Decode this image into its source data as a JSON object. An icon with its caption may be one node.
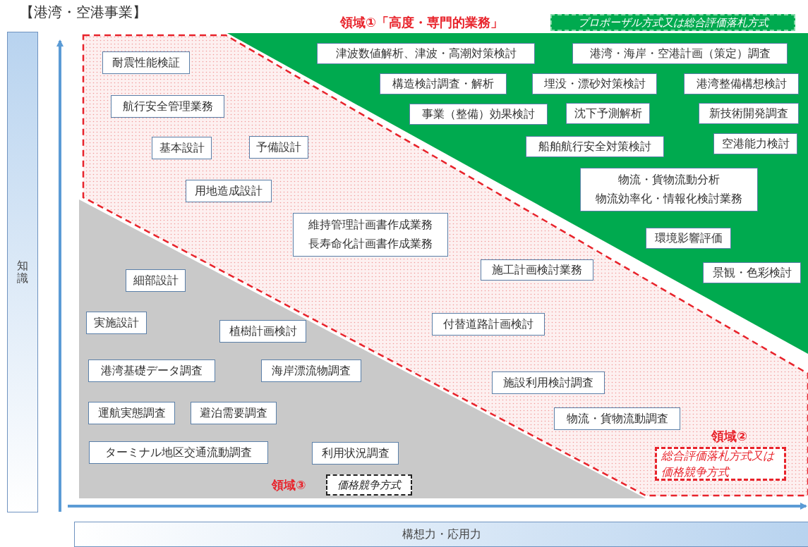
{
  "diagram": {
    "title": "【港湾・空港事業】",
    "nodes": [
      {
        "text": [
          "知識"
        ]
      },
      {
        "text": [
          "構想力・応用力"
        ]
      },
      {
        "text": [
          "プロポーザル方式又は総合評価落札方式"
        ]
      },
      {
        "text": [
          "総合評価落札方式又は価格競争方式"
        ]
      },
      {
        "text": [
          "価格競争方式"
        ]
      },
      {
        "text": [
          "津波数値解析、津波・高潮対策検討"
        ]
      },
      {
        "text": [
          "港湾・海岸・空港計画（策定）調査"
        ]
      },
      {
        "text": [
          "構造検討調査・解析"
        ]
      },
      {
        "text": [
          "埋没・漂砂対策検討"
        ]
      },
      {
        "text": [
          "港湾整備構想検討"
        ]
      },
      {
        "text": [
          "事業（整備）効果検討"
        ]
      },
      {
        "text": [
          "沈下予測解析"
        ]
      },
      {
        "text": [
          "新技術開発調査"
        ]
      },
      {
        "text": [
          "船舶航行安全対策検討"
        ]
      },
      {
        "text": [
          "空港能力検討"
        ]
      },
      {
        "text": [
          "物流・貨物流動分析",
          "物流効率化・情報化検討業務"
        ]
      },
      {
        "text": [
          "環境影響評価"
        ]
      },
      {
        "text": [
          "景観・色彩検討"
        ]
      },
      {
        "text": [
          "耐震性能検証"
        ]
      },
      {
        "text": [
          "航行安全管理業務"
        ]
      },
      {
        "text": [
          "基本設計"
        ]
      },
      {
        "text": [
          "予備設計"
        ]
      },
      {
        "text": [
          "用地造成設計"
        ]
      },
      {
        "text": [
          "維持管理計画書作成業務",
          "長寿命化計画書作成業務"
        ]
      },
      {
        "text": [
          "施工計画検討業務"
        ]
      },
      {
        "text": [
          "付替道路計画検討"
        ]
      },
      {
        "text": [
          "施設利用検討調査"
        ]
      },
      {
        "text": [
          "物流・貨物流動調査"
        ]
      },
      {
        "text": [
          "細部設計"
        ]
      },
      {
        "text": [
          "実施設計"
        ]
      },
      {
        "text": [
          "植樹計画検討"
        ]
      },
      {
        "text": [
          "港湾基礎データ調査"
        ]
      },
      {
        "text": [
          "海岸漂流物調査"
        ]
      },
      {
        "text": [
          "運航実態調査"
        ]
      },
      {
        "text": [
          "避泊需要調査"
        ]
      },
      {
        "text": [
          "ターミナル地区交通流動調査"
        ]
      },
      {
        "text": [
          "利用状況調査"
        ]
      }
    ],
    "labels": [
      "領域①「高度・専門的業務」",
      "領域②",
      "領域③"
    ]
  }
}
